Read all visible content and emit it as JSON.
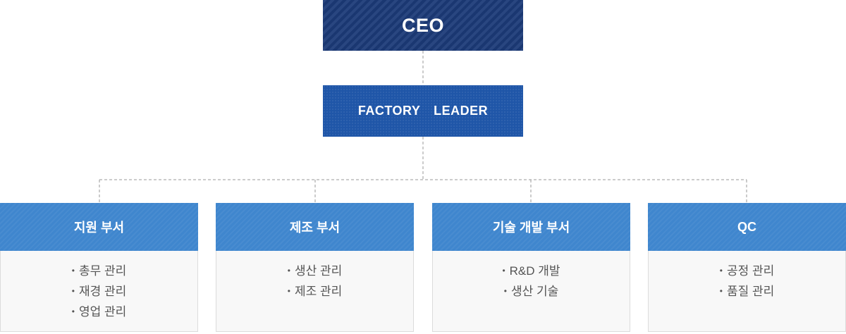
{
  "ceo": {
    "label": "CEO"
  },
  "leader": {
    "label": "FACTORY  LEADER"
  },
  "bullet": "•",
  "colors": {
    "ceo_bg": "#1c3a78",
    "leader_bg": "#1f56a8",
    "dept_bg": "#3f86ce",
    "connector": "#9a9a9a",
    "panel_bg": "#f8f8f8"
  },
  "departments": [
    {
      "title": "지원 부서",
      "items": [
        "총무 관리",
        "재경 관리",
        "영업 관리"
      ]
    },
    {
      "title": "제조 부서",
      "items": [
        "생산 관리",
        "제조 관리"
      ]
    },
    {
      "title": "기술 개발 부서",
      "items": [
        "R&D 개발",
        "생산 기술"
      ]
    },
    {
      "title": "QC",
      "items": [
        "공정 관리",
        "품질 관리"
      ]
    }
  ]
}
